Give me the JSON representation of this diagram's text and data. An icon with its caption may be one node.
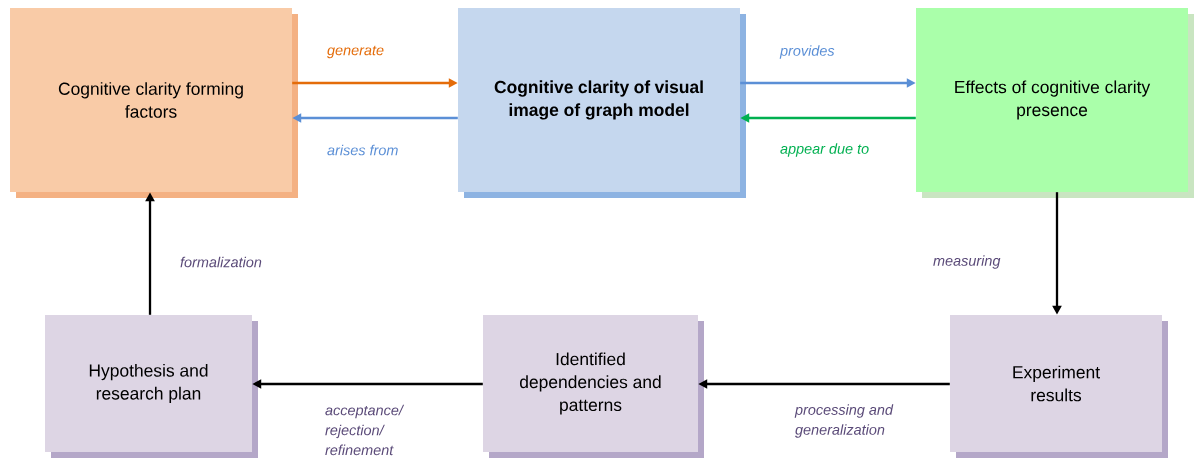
{
  "diagram": {
    "nodes": [
      {
        "text": [
          "Cognitive clarity forming factors"
        ]
      },
      {
        "text": [
          "Cognitive clarity of visual image of graph model"
        ]
      },
      {
        "text": [
          "Effects of cognitive clarity presence"
        ]
      },
      {
        "text": [
          "Hypothesis and research plan"
        ]
      },
      {
        "text": [
          "Identified dependencies and patterns"
        ]
      },
      {
        "text": [
          "Experiment results"
        ]
      }
    ],
    "edges": [
      {
        "from": 0,
        "to": 1,
        "arrow": "to",
        "label": "generate",
        "color": "#e46c0a"
      },
      {
        "from": 1,
        "to": 0,
        "arrow": "to",
        "label": "arises from",
        "color": "#5b8fd6"
      },
      {
        "from": 1,
        "to": 2,
        "arrow": "to",
        "label": "provides",
        "color": "#5b8fd6"
      },
      {
        "from": 2,
        "to": 1,
        "arrow": "to",
        "label": "appear due to",
        "color": "#00b050"
      },
      {
        "from": 2,
        "to": 5,
        "arrow": "to",
        "label": "measuring"
      },
      {
        "from": 5,
        "to": 4,
        "arrow": "to",
        "label": "processing and generalization"
      },
      {
        "from": 4,
        "to": 3,
        "arrow": "to",
        "label": "acceptance/ rejection/ refinement"
      },
      {
        "from": 3,
        "to": 0,
        "arrow": "to",
        "label": "formalization"
      }
    ]
  }
}
